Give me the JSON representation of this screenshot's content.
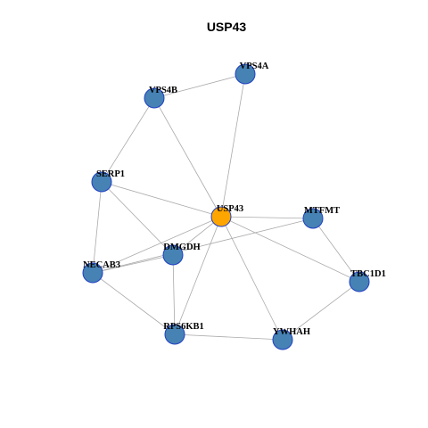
{
  "title": "USP43",
  "colors": {
    "center_node": "#FFA500",
    "node": "#4682B4",
    "node_border": "#1F3FC4",
    "edge": "#AAAAAA"
  },
  "nodes": [
    {
      "id": "USP43",
      "label": "USP43",
      "role": "center"
    },
    {
      "id": "VPS4A",
      "label": "VPS4A",
      "role": "neighbor"
    },
    {
      "id": "VPS4B",
      "label": "VPS4B",
      "role": "neighbor"
    },
    {
      "id": "SERP1",
      "label": "SERP1",
      "role": "neighbor"
    },
    {
      "id": "MTFMT",
      "label": "MTFMT",
      "role": "neighbor"
    },
    {
      "id": "DMGDH",
      "label": "DMGDH",
      "role": "neighbor"
    },
    {
      "id": "NECAB3",
      "label": "NECAB3",
      "role": "neighbor"
    },
    {
      "id": "TBC1D1",
      "label": "TBC1D1",
      "role": "neighbor"
    },
    {
      "id": "RPS6KB1",
      "label": "RPS6KB1",
      "role": "neighbor"
    },
    {
      "id": "YWHAH",
      "label": "YWHAH",
      "role": "neighbor"
    }
  ],
  "edges": [
    [
      "VPS4A",
      "VPS4B"
    ],
    [
      "VPS4A",
      "USP43"
    ],
    [
      "VPS4B",
      "SERP1"
    ],
    [
      "VPS4B",
      "USP43"
    ],
    [
      "SERP1",
      "USP43"
    ],
    [
      "SERP1",
      "DMGDH"
    ],
    [
      "SERP1",
      "NECAB3"
    ],
    [
      "USP43",
      "MTFMT"
    ],
    [
      "USP43",
      "DMGDH"
    ],
    [
      "USP43",
      "NECAB3"
    ],
    [
      "USP43",
      "TBC1D1"
    ],
    [
      "USP43",
      "RPS6KB1"
    ],
    [
      "USP43",
      "YWHAH"
    ],
    [
      "MTFMT",
      "TBC1D1"
    ],
    [
      "MTFMT",
      "NECAB3"
    ],
    [
      "DMGDH",
      "NECAB3"
    ],
    [
      "DMGDH",
      "RPS6KB1"
    ],
    [
      "NECAB3",
      "RPS6KB1"
    ],
    [
      "RPS6KB1",
      "YWHAH"
    ],
    [
      "TBC1D1",
      "YWHAH"
    ]
  ]
}
